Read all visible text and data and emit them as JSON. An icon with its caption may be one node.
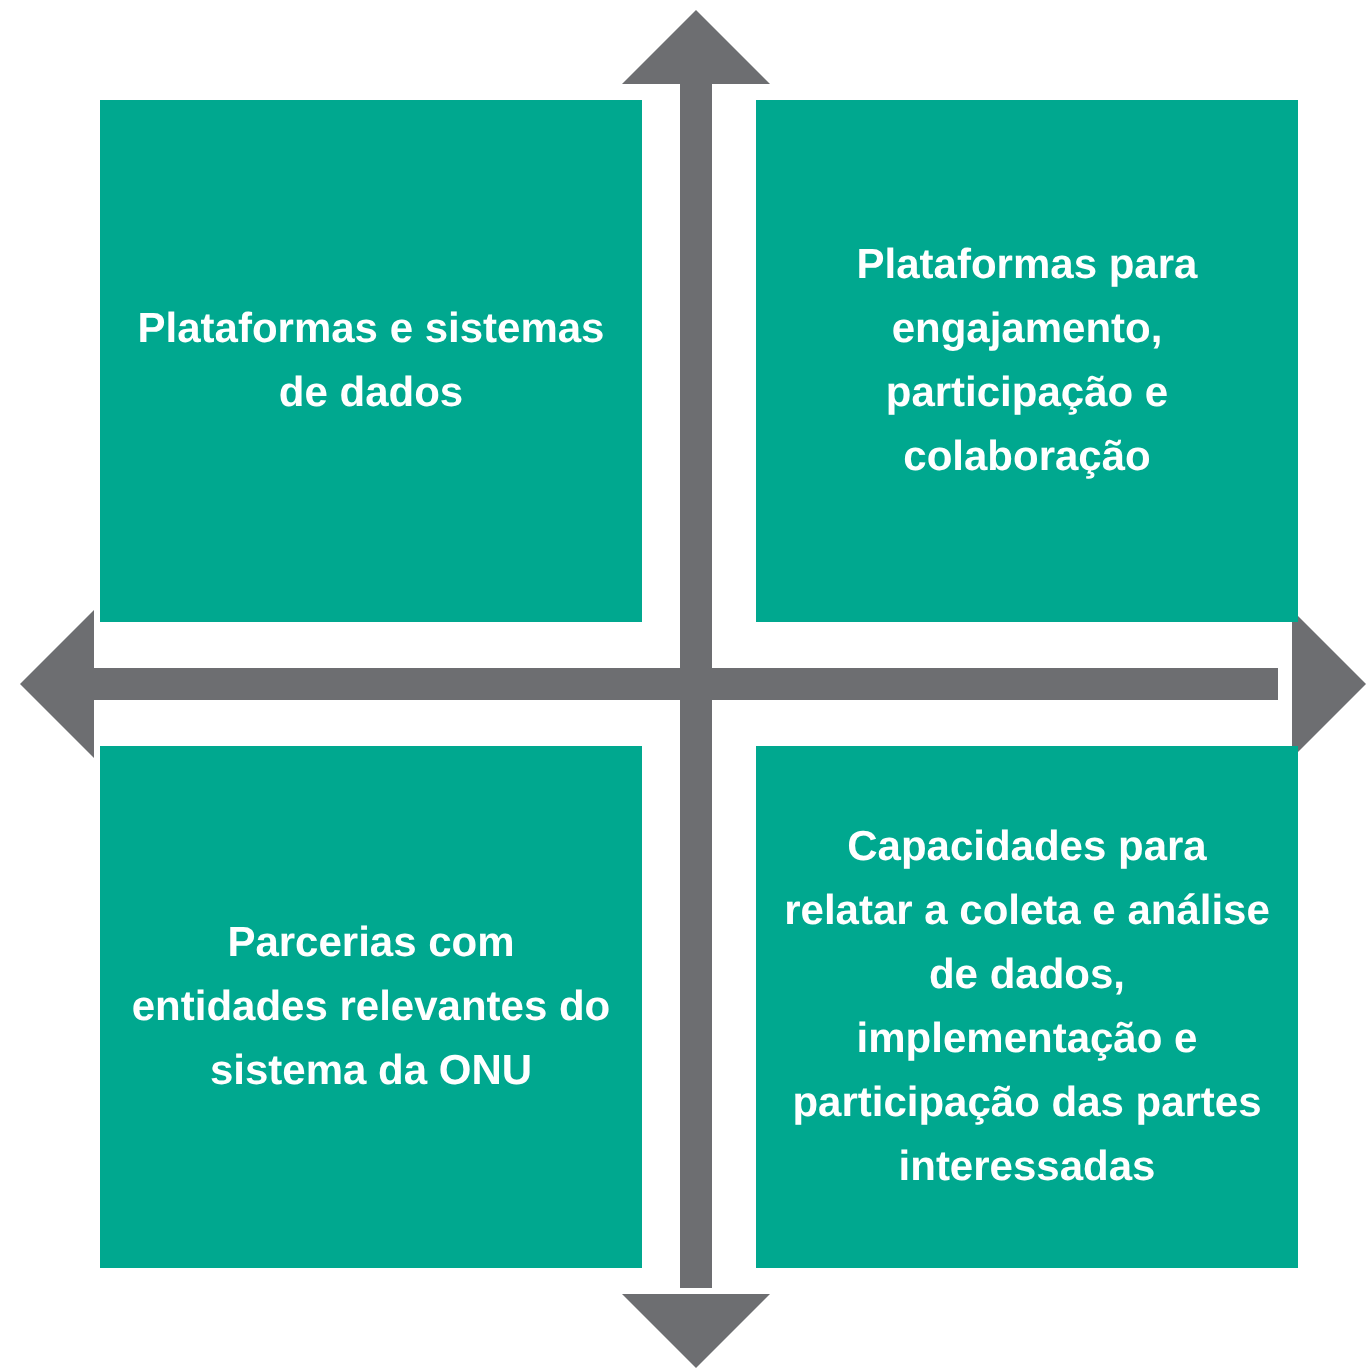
{
  "diagram": {
    "nodes": [
      {
        "text": [
          "Plataformas e sistemas de dados"
        ]
      },
      {
        "text": [
          "Plataformas para engajamento, participação e colaboração"
        ]
      },
      {
        "text": [
          "Parcerias com entidades relevantes do sistema da ONU"
        ]
      },
      {
        "text": [
          "Capacidades para relatar a coleta e análise de dados, implementação e participação das partes interessadas"
        ]
      }
    ]
  }
}
